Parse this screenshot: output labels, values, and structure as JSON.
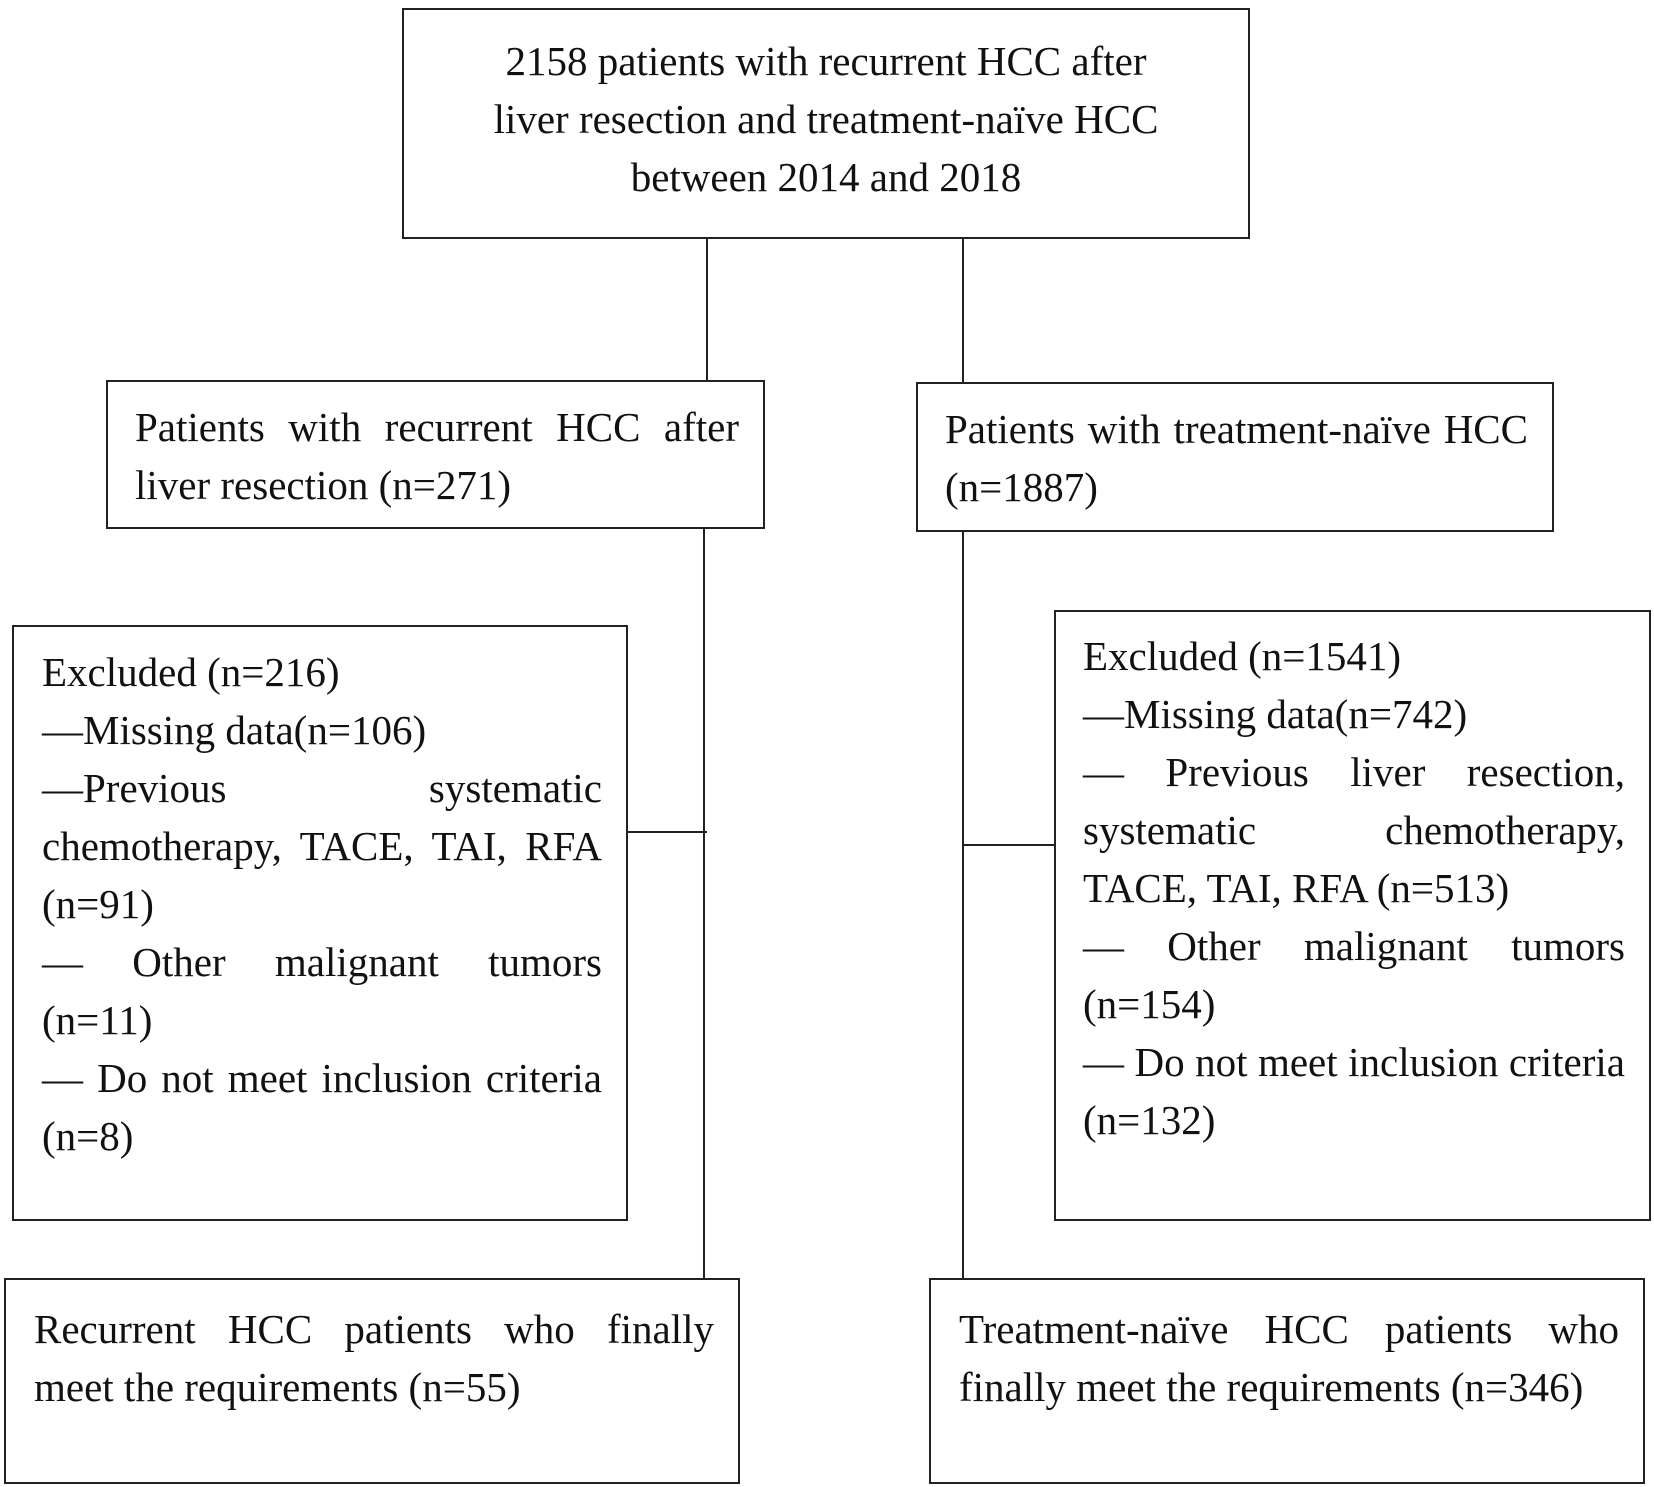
{
  "flowchart": {
    "top_box": {
      "lines": [
        "2158 patients with recurrent HCC after",
        "liver resection and treatment-naïve HCC",
        "between 2014 and 2018"
      ]
    },
    "left_cohort_box": {
      "text": "Patients with recurrent HCC after liver resection (n=271)"
    },
    "right_cohort_box": {
      "text": "Patients with treatment-naïve HCC (n=1887)"
    },
    "left_excluded_box": {
      "heading": "Excluded (n=216)",
      "items": [
        "—Missing data(n=106)",
        "—Previous systematic chemotherapy, TACE, TAI, RFA (n=91)",
        "— Other malignant tumors (n=11)",
        "— Do not meet inclusion criteria (n=8)"
      ]
    },
    "right_excluded_box": {
      "heading": "Excluded (n=1541)",
      "items": [
        "—Missing data(n=742)",
        "— Previous liver resection, systematic chemotherapy, TACE, TAI, RFA (n=513)",
        "— Other malignant tumors (n=154)",
        "— Do not meet inclusion criteria (n=132)"
      ]
    },
    "left_final_box": {
      "text": "Recurrent HCC patients who finally meet the requirements (n=55)"
    },
    "right_final_box": {
      "text": "Treatment-naïve HCC patients who finally meet the requirements (n=346)"
    }
  }
}
